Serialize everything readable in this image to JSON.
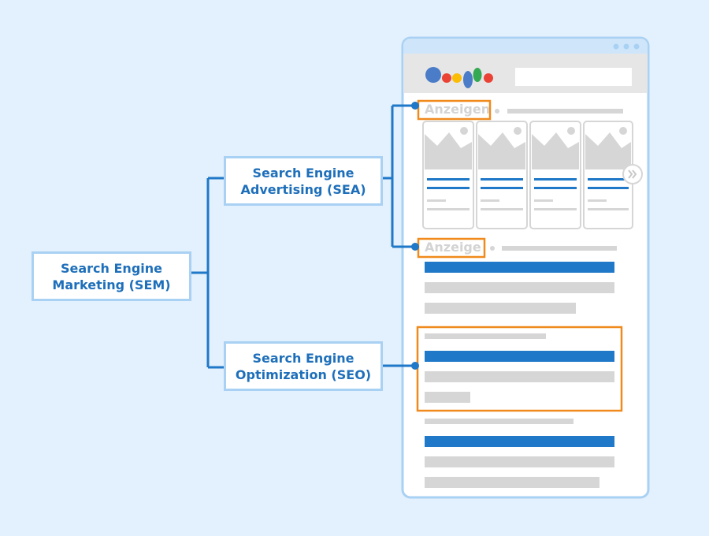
{
  "diagram": {
    "root": {
      "label": "Search Engine\nMarketing (SEM)"
    },
    "branches": [
      {
        "id": "sea",
        "label": "Search Engine\nAdvertising (SEA)"
      },
      {
        "id": "seo",
        "label": "Search Engine\nOptimization (SEO)"
      }
    ]
  },
  "serp": {
    "ads_label_plural": "Anzeigen",
    "ad_label_single": "Anzeige",
    "carousel_next_icon": "double-chevron-right-icon",
    "logo_dot_colors": [
      "#4a7cc7",
      "#ea4335",
      "#fbbc05",
      "#4a7cc7",
      "#34a853",
      "#ea4335"
    ]
  },
  "colors": {
    "background": "#e3f0fd",
    "node_border": "#a9d1f3",
    "node_text": "#1e6fba",
    "connector": "#1f78c8",
    "highlight": "#f08a1c",
    "placeholder": "#d6d6d6",
    "link_blue": "#1f78c8",
    "browser_border": "#a9d1f3",
    "browser_header": "#e6e6e6"
  }
}
